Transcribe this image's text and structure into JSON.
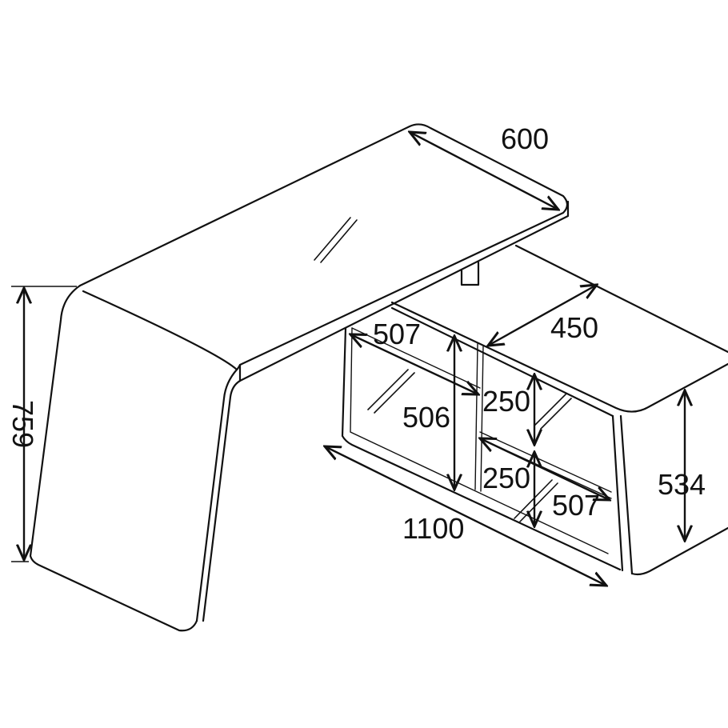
{
  "dimensions": {
    "top_depth": "600",
    "desk_height": "759",
    "cabinet_depth": "450",
    "inner_width_top": "507",
    "inner_height": "506",
    "drawer_top": "250",
    "drawer_bottom": "250",
    "inner_width_bottom": "507",
    "cabinet_height": "534",
    "cabinet_length": "1100"
  },
  "colors": {
    "line": "#111111",
    "background": "#ffffff"
  }
}
